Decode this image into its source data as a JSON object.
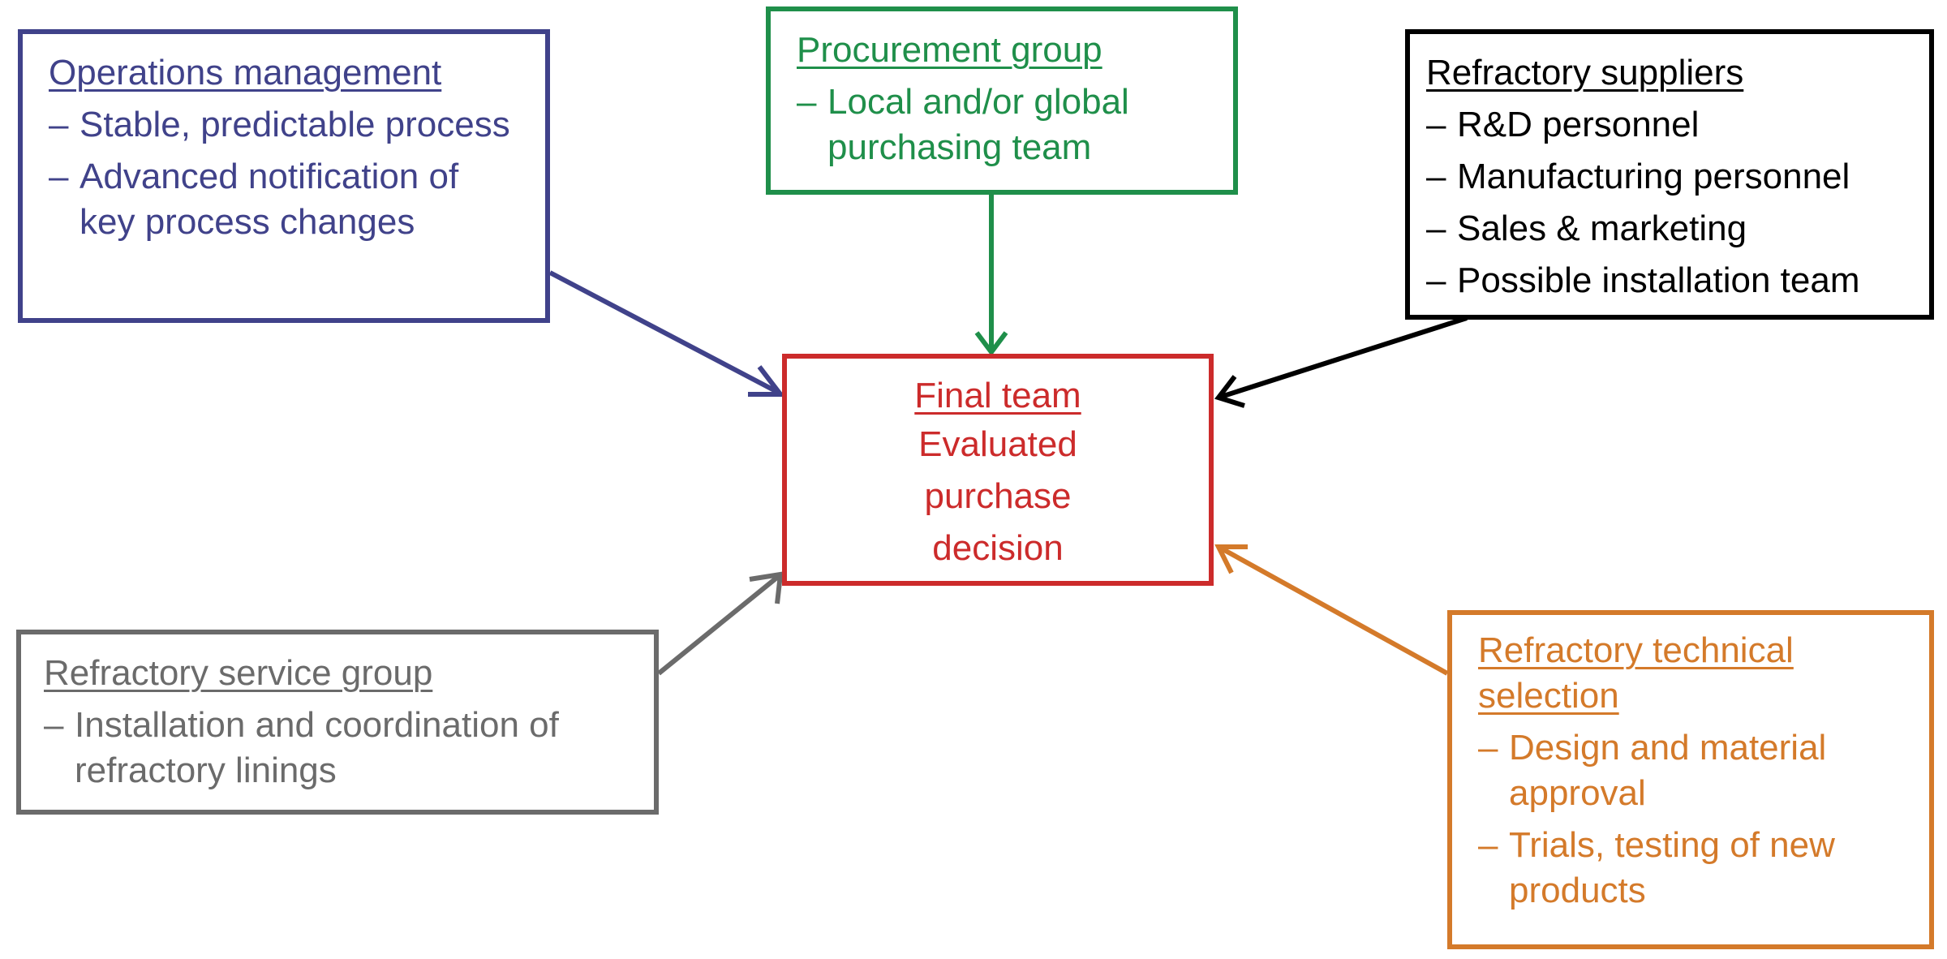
{
  "colors": {
    "operations": "#40428a",
    "procurement": "#1f8f4a",
    "suppliers": "#000000",
    "final": "#cc2b2b",
    "service": "#6b6b6b",
    "technical": "#d47a2a"
  },
  "operations": {
    "title": "Operations management",
    "items": [
      "Stable, predictable process",
      "Advanced notification of key process changes"
    ]
  },
  "procurement": {
    "title": "Procurement group",
    "items": [
      "Local and/or global purchasing team"
    ]
  },
  "suppliers": {
    "title": "Refractory suppliers",
    "items": [
      "R&D personnel",
      "Manufacturing personnel",
      "Sales & marketing",
      "Possible installation team"
    ]
  },
  "final": {
    "title": "Final team",
    "lines": [
      "Evaluated",
      "purchase",
      "decision"
    ]
  },
  "service": {
    "title": "Refractory service group",
    "items": [
      "Installation and coordination of refractory linings"
    ]
  },
  "technical": {
    "title": "Refractory technical selection",
    "items": [
      "Design and material approval",
      "Trials, testing of new products"
    ]
  },
  "bullet": "–"
}
